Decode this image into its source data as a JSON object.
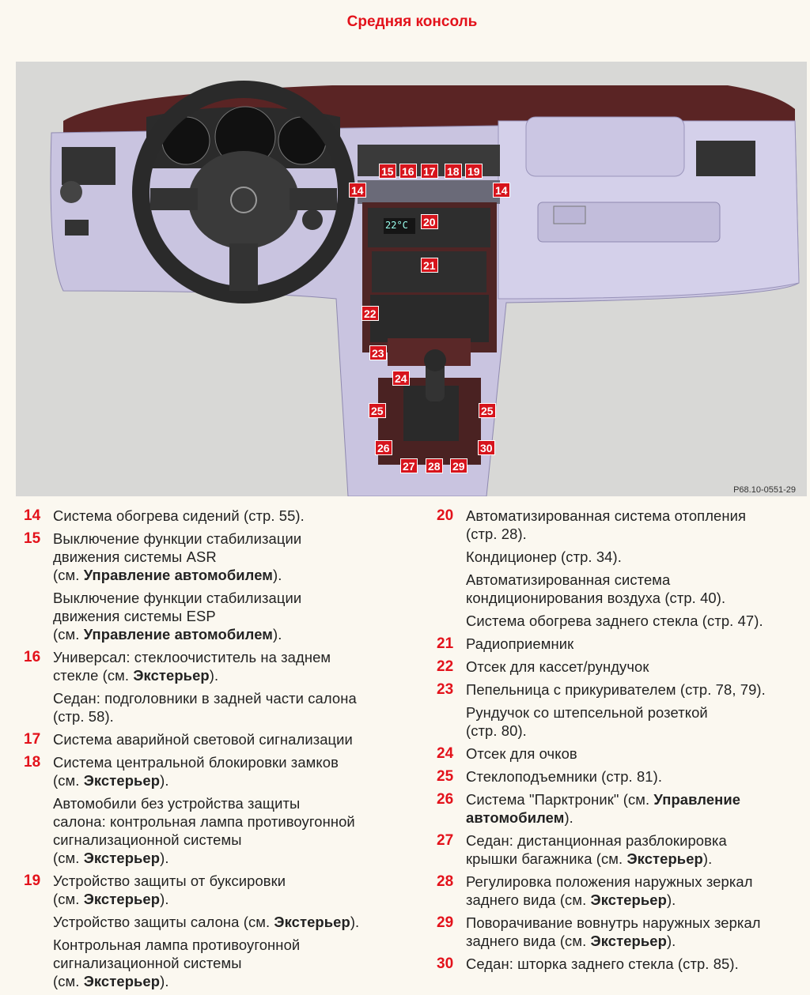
{
  "title": "Средняя консоль",
  "figure": {
    "code": "P68.10-0551-29",
    "display_temp": "22°C",
    "callouts": [
      "15",
      "16",
      "17",
      "18",
      "19",
      "14",
      "14",
      "20",
      "21",
      "22",
      "23",
      "24",
      "25",
      "25",
      "26",
      "30",
      "27",
      "28",
      "29"
    ]
  },
  "colors": {
    "accent": "#e3121b",
    "dashboard": "#c9c4e0",
    "wood": "#5a2424"
  },
  "legend": {
    "left": [
      {
        "num": "14",
        "paras": [
          [
            [
              {
                "t": "Система обогрева сидений (стр. 55)."
              }
            ]
          ]
        ]
      },
      {
        "num": "15",
        "paras": [
          [
            [
              {
                "t": "Выключение функции стабилизации"
              }
            ],
            [
              {
                "t": "движения системы ASR"
              }
            ],
            [
              {
                "t": "(см. "
              },
              {
                "t": "Управление автомобилем",
                "b": 1
              },
              {
                "t": ")."
              }
            ]
          ],
          [
            [
              {
                "t": "Выключение функции стабилизации"
              }
            ],
            [
              {
                "t": "движения системы ESP"
              }
            ],
            [
              {
                "t": "(см. "
              },
              {
                "t": "Управление автомобилем",
                "b": 1
              },
              {
                "t": ")."
              }
            ]
          ]
        ]
      },
      {
        "num": "16",
        "paras": [
          [
            [
              {
                "t": "Универсал: стеклоочиститель на заднем"
              }
            ],
            [
              {
                "t": "стекле (см. "
              },
              {
                "t": "Экстерьер",
                "b": 1
              },
              {
                "t": ")."
              }
            ]
          ],
          [
            [
              {
                "t": "Седан: подголовники в задней части салона"
              }
            ],
            [
              {
                "t": "(стр. 58)."
              }
            ]
          ]
        ]
      },
      {
        "num": "17",
        "paras": [
          [
            [
              {
                "t": "Система аварийной световой сигнализации"
              }
            ]
          ]
        ]
      },
      {
        "num": "18",
        "paras": [
          [
            [
              {
                "t": "Система центральной блокировки замков"
              }
            ],
            [
              {
                "t": "(см. "
              },
              {
                "t": "Экстерьер",
                "b": 1
              },
              {
                "t": ")."
              }
            ]
          ],
          [
            [
              {
                "t": "Автомобили без устройства защиты"
              }
            ],
            [
              {
                "t": "салона: контрольная лампа противоугонной"
              }
            ],
            [
              {
                "t": "сигнализационной системы"
              }
            ],
            [
              {
                "t": "(см. "
              },
              {
                "t": "Экстерьер",
                "b": 1
              },
              {
                "t": ")."
              }
            ]
          ]
        ]
      },
      {
        "num": "19",
        "paras": [
          [
            [
              {
                "t": "Устройство защиты от буксировки"
              }
            ],
            [
              {
                "t": "(см. "
              },
              {
                "t": "Экстерьер",
                "b": 1
              },
              {
                "t": ")."
              }
            ]
          ],
          [
            [
              {
                "t": "Устройство защиты салона (см. "
              },
              {
                "t": "Экстерьер",
                "b": 1
              },
              {
                "t": ")."
              }
            ]
          ],
          [
            [
              {
                "t": "Контрольная лампа противоугонной"
              }
            ],
            [
              {
                "t": "сигнализационной системы"
              }
            ],
            [
              {
                "t": "(см. "
              },
              {
                "t": "Экстерьер",
                "b": 1
              },
              {
                "t": ")."
              }
            ]
          ]
        ]
      }
    ],
    "right": [
      {
        "num": "20",
        "paras": [
          [
            [
              {
                "t": "Автоматизированная система отопления"
              }
            ],
            [
              {
                "t": "(стр. 28)."
              }
            ]
          ],
          [
            [
              {
                "t": "Кондиционер (стр. 34)."
              }
            ]
          ],
          [
            [
              {
                "t": "Автоматизированная система"
              }
            ],
            [
              {
                "t": "кондиционирования воздуха (стр. 40)."
              }
            ]
          ],
          [
            [
              {
                "t": "Система обогрева заднего стекла (стр. 47)."
              }
            ]
          ]
        ]
      },
      {
        "num": "21",
        "paras": [
          [
            [
              {
                "t": "Радиоприемник"
              }
            ]
          ]
        ]
      },
      {
        "num": "22",
        "paras": [
          [
            [
              {
                "t": "Отсек для кассет/рундучок"
              }
            ]
          ]
        ]
      },
      {
        "num": "23",
        "paras": [
          [
            [
              {
                "t": "Пепельница с прикуривателем (стр. 78, 79)."
              }
            ]
          ],
          [
            [
              {
                "t": "Рундучок со штепсельной розеткой"
              }
            ],
            [
              {
                "t": "(стр. 80)."
              }
            ]
          ]
        ]
      },
      {
        "num": "24",
        "paras": [
          [
            [
              {
                "t": "Отсек для очков"
              }
            ]
          ]
        ]
      },
      {
        "num": "25",
        "paras": [
          [
            [
              {
                "t": "Стеклоподъемники (стр. 81)."
              }
            ]
          ]
        ]
      },
      {
        "num": "26",
        "paras": [
          [
            [
              {
                "t": "Система \"Парктроник\" (см. "
              },
              {
                "t": "Управление",
                "b": 1
              }
            ],
            [
              {
                "t": "автомобилем",
                "b": 1
              },
              {
                "t": ")."
              }
            ]
          ]
        ]
      },
      {
        "num": "27",
        "paras": [
          [
            [
              {
                "t": "Седан: дистанционная разблокировка"
              }
            ],
            [
              {
                "t": "крышки багажника (см. "
              },
              {
                "t": "Экстерьер",
                "b": 1
              },
              {
                "t": ")."
              }
            ]
          ]
        ]
      },
      {
        "num": "28",
        "paras": [
          [
            [
              {
                "t": "Регулировка положения наружных зеркал"
              }
            ],
            [
              {
                "t": "заднего вида (см. "
              },
              {
                "t": "Экстерьер",
                "b": 1
              },
              {
                "t": ")."
              }
            ]
          ]
        ]
      },
      {
        "num": "29",
        "paras": [
          [
            [
              {
                "t": "Поворачивание вовнутрь наружных зеркал"
              }
            ],
            [
              {
                "t": "заднего вида (см. "
              },
              {
                "t": "Экстерьер",
                "b": 1
              },
              {
                "t": ")."
              }
            ]
          ]
        ]
      },
      {
        "num": "30",
        "paras": [
          [
            [
              {
                "t": "Седан: шторка заднего стекла (стр. 85)."
              }
            ]
          ]
        ]
      }
    ]
  }
}
